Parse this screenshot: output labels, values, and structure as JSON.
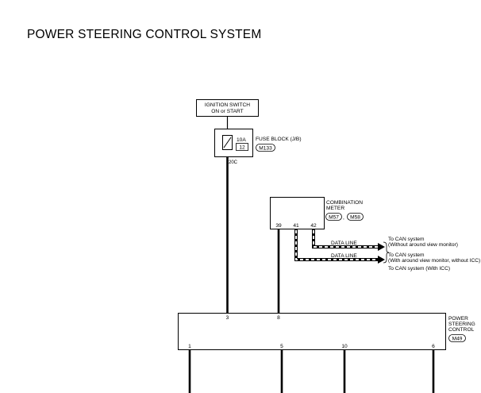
{
  "title": "POWER STEERING CONTROL SYSTEM",
  "ignition_switch": {
    "line1": "IGNITION SWITCH",
    "line2": "ON or START"
  },
  "fuse": {
    "rating": "10A",
    "number": "12",
    "label": "FUSE BLOCK (J/B)",
    "connector": "M133",
    "terminal": "20C"
  },
  "combination_meter": {
    "line1": "COMBINATION",
    "line2": "METER",
    "connector_a": "M57",
    "separator": ",",
    "connector_b": "M58",
    "pin_39": "39",
    "pin_41": "41",
    "pin_42": "42"
  },
  "data_lines": {
    "line_a": "DATA LINE",
    "line_b": "DATA LINE"
  },
  "can_notes": {
    "note1_line1": "To CAN system",
    "note1_line2": "(Without around view monitor)",
    "note2_line1": "To CAN system",
    "note2_line2": "(With around view monitor, without ICC)",
    "note3": "To CAN system (With ICC)"
  },
  "power_steering_control": {
    "line1": "POWER",
    "line2": "STEERING",
    "line3": "CONTROL",
    "connector": "M49",
    "pin_3": "3",
    "pin_8": "8",
    "pin_1": "1",
    "pin_5": "5",
    "pin_10": "10",
    "pin_6": "6"
  }
}
